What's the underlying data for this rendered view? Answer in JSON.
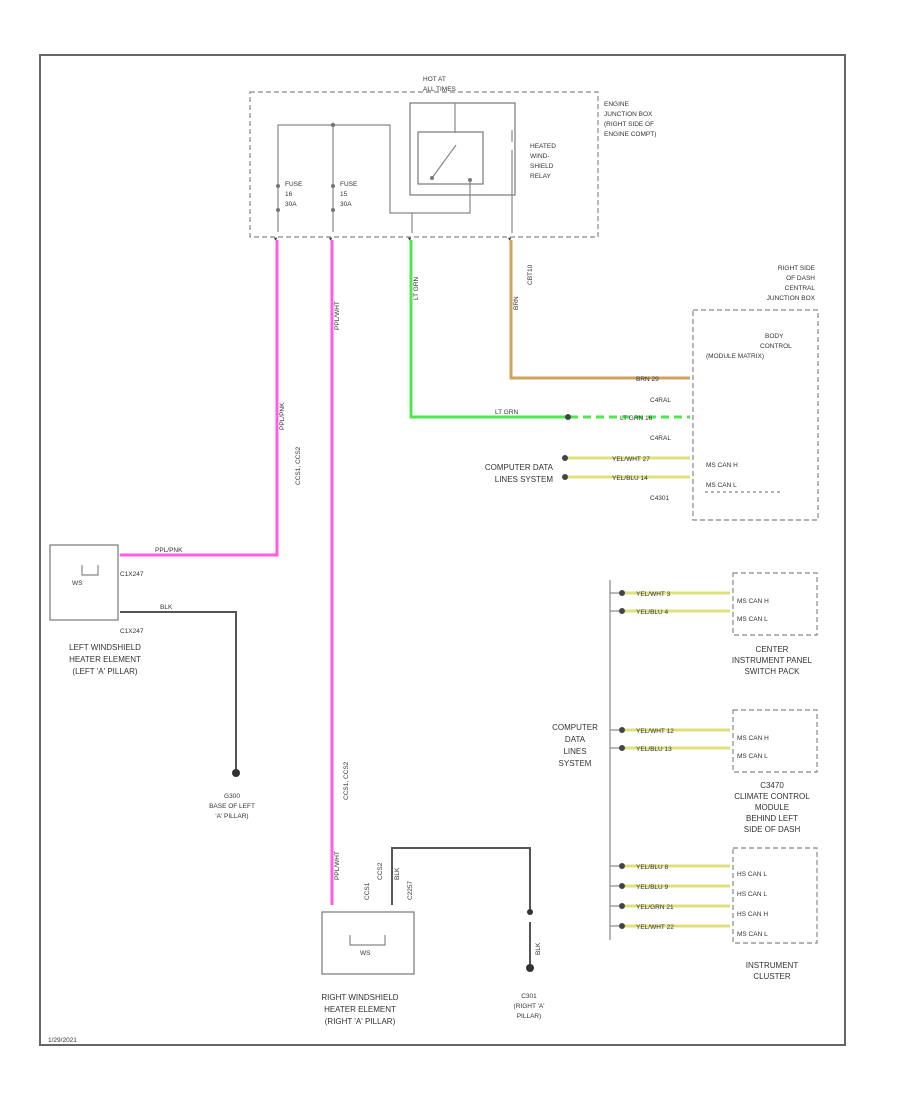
{
  "colors": {
    "pink": "#ff5ce8",
    "green": "#4ce84c",
    "tan": "#d0a45c",
    "yellow": "#e0e07a",
    "black": "#444444",
    "frame": "#666666"
  },
  "junction_box": {
    "top_label": [
      "HOT AT",
      "ALL TIMES"
    ],
    "label": [
      "ENGINE",
      "JUNCTION BOX",
      "(RIGHT SIDE OF",
      "ENGINE COMPT)"
    ],
    "fuse1": [
      "FUSE",
      "16",
      "30A"
    ],
    "fuse2": [
      "FUSE",
      "15",
      "30A"
    ],
    "relay": [
      "HEATED",
      "WIND-",
      "SHIELD",
      "RELAY"
    ]
  },
  "wires": {
    "fuse1_top": "PPL/PNK",
    "fuse1_circuit": "CCS1, CCS2",
    "fuse1_bottom": "PPL/PNK",
    "fuse2_top": "PPL/WHT",
    "fuse2_circuit": "CCS1, CCS2",
    "fuse2_bottom": "PPL/WHT",
    "green_vert": "LT GRN",
    "tan_vert": "BRN",
    "tan_circuit": "CBT10",
    "right_elem_a": "CCS1",
    "right_elem_b": "CCS2",
    "right_elem_c": "BLK"
  },
  "central_box": {
    "label": [
      "RIGHT SIDE",
      "OF DASH",
      "CENTRAL",
      "JUNCTION BOX"
    ],
    "module": [
      "BODY",
      "CONTROL",
      "(MODULE MATRIX)"
    ],
    "brn_pin": "BRN  29",
    "c_top": "C4RAL",
    "grn_pin": "LT GRN  16",
    "c_mid": "C4RAL",
    "can_h_pin": "YEL/WHT  27",
    "can_l_pin": "YEL/BLU  14",
    "can_h": "MS CAN H",
    "can_l": "MS CAN L",
    "connector": "C4301",
    "green_mid": "LT GRN"
  },
  "computer_lines_top": [
    "COMPUTER DATA",
    "LINES SYSTEM"
  ],
  "left_element": {
    "pin1": "C1X247",
    "wire_top": "PPL/PNK",
    "wire_bot": "BLK",
    "pin2": "C1X247",
    "label": [
      "LEFT WINDSHIELD",
      "HEATER ELEMENT",
      "(LEFT 'A' PILLAR)"
    ]
  },
  "left_ground": [
    "G300",
    "BASE OF LEFT",
    "'A' PILLAR)"
  ],
  "right_element": {
    "pin": "C2257",
    "label": [
      "RIGHT WINDSHIELD",
      "HEATER ELEMENT",
      "(RIGHT 'A' PILLAR)"
    ]
  },
  "right_ground": [
    "C301",
    "(RIGHT 'A'",
    "PILLAR)"
  ],
  "computer_lines_bottom": [
    "COMPUTER",
    "DATA",
    "LINES",
    "SYSTEM"
  ],
  "modules": [
    {
      "label": [
        "CENTER",
        "INSTRUMENT PANEL",
        "SWITCH PACK"
      ],
      "pins": [
        {
          "wire": "YEL/WHT  3",
          "sig": "MS CAN H",
          "color": "yellow"
        },
        {
          "wire": "YEL/BLU  4",
          "sig": "MS CAN L",
          "color": "yellow"
        }
      ]
    },
    {
      "label": [
        "C3470",
        "CLIMATE CONTROL",
        "MODULE",
        "BEHIND LEFT",
        "SIDE OF DASH"
      ],
      "pins": [
        {
          "wire": "YEL/WHT  12",
          "sig": "MS CAN H",
          "color": "yellow"
        },
        {
          "wire": "YEL/BLU  13",
          "sig": "MS CAN L",
          "color": "yellow"
        }
      ]
    },
    {
      "label": [
        "INSTRUMENT",
        "CLUSTER"
      ],
      "pins": [
        {
          "wire": "YEL/BLU  8",
          "sig": "HS CAN L",
          "color": "yellow"
        },
        {
          "wire": "YEL/BLU  9",
          "sig": "HS CAN L",
          "color": "yellow"
        },
        {
          "wire": "YEL/GRN  21",
          "sig": "HS CAN H",
          "color": "yellow"
        },
        {
          "wire": "YEL/WHT  22",
          "sig": "MS CAN L",
          "color": "yellow"
        }
      ]
    }
  ],
  "footer": "1/29/2021"
}
